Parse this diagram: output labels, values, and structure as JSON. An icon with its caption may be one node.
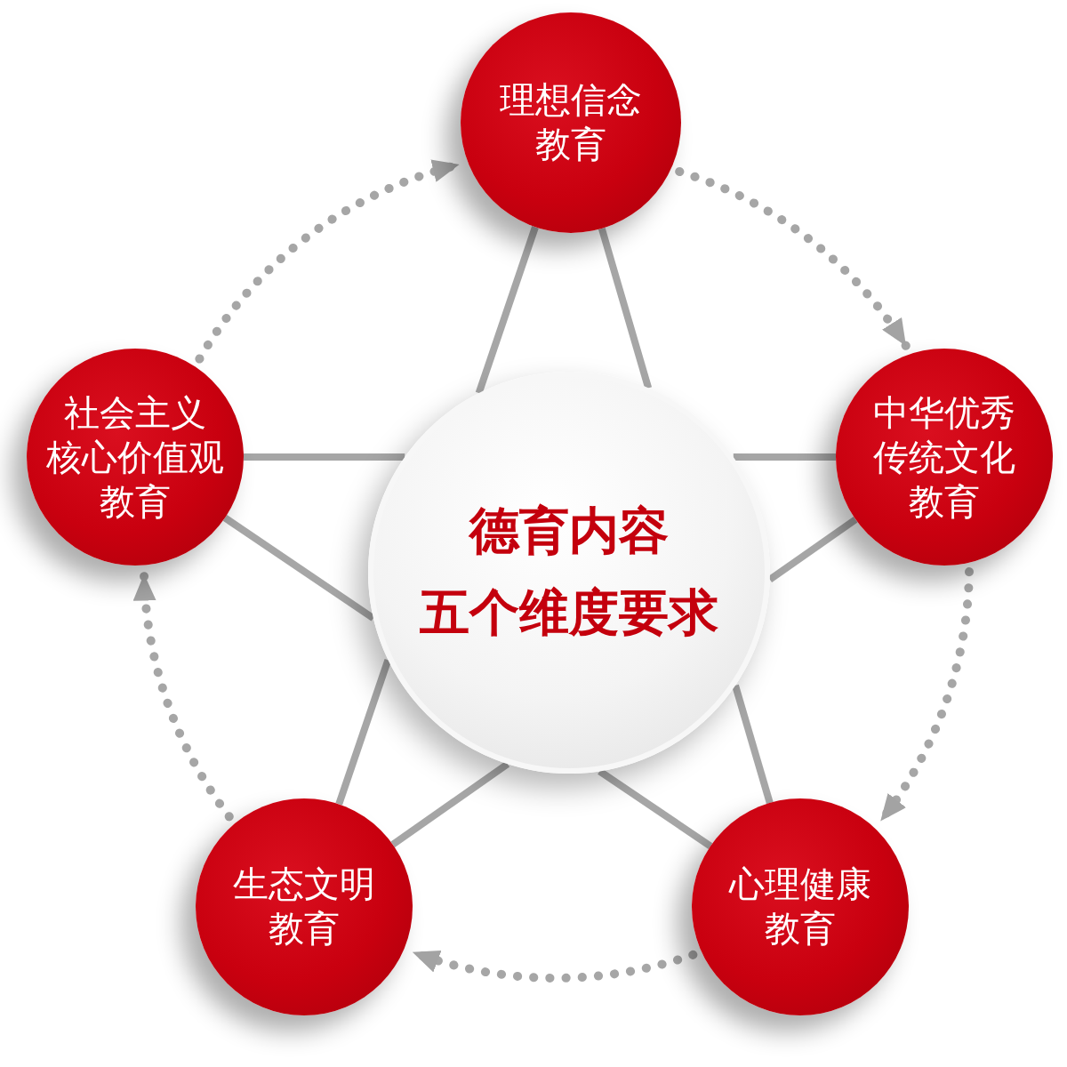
{
  "diagram": {
    "nodes": [
      {
        "text": [
          "理想信念教育"
        ]
      },
      {
        "text": [
          "社会主义核心价值观教育"
        ]
      },
      {
        "text": [
          "中华优秀传统文化教育"
        ]
      },
      {
        "text": [
          "德育内容五个维度要求"
        ]
      },
      {
        "text": [
          "生态文明教育"
        ]
      },
      {
        "text": [
          "心理健康教育"
        ]
      }
    ],
    "edges": [
      {
        "from": 0,
        "to": 3,
        "arrow": "none"
      },
      {
        "from": 0,
        "to": 3,
        "arrow": "none"
      },
      {
        "from": 1,
        "to": 3,
        "arrow": "none"
      },
      {
        "from": 1,
        "to": 3,
        "arrow": "none"
      },
      {
        "from": 2,
        "to": 3,
        "arrow": "none"
      },
      {
        "from": 2,
        "to": 3,
        "arrow": "none"
      },
      {
        "from": 4,
        "to": 3,
        "arrow": "none"
      },
      {
        "from": 4,
        "to": 3,
        "arrow": "none"
      },
      {
        "from": 5,
        "to": 3,
        "arrow": "none"
      },
      {
        "from": 5,
        "to": 3,
        "arrow": "none"
      },
      {
        "from": 1,
        "to": 0,
        "arrow": "to",
        "style": "dashed"
      },
      {
        "from": 0,
        "to": 2,
        "arrow": "to",
        "style": "dashed"
      },
      {
        "from": 2,
        "to": 5,
        "arrow": "to",
        "style": "dashed"
      },
      {
        "from": 5,
        "to": 4,
        "arrow": "to",
        "style": "dashed"
      },
      {
        "from": 4,
        "to": 1,
        "arrow": "to",
        "style": "dashed"
      }
    ]
  }
}
